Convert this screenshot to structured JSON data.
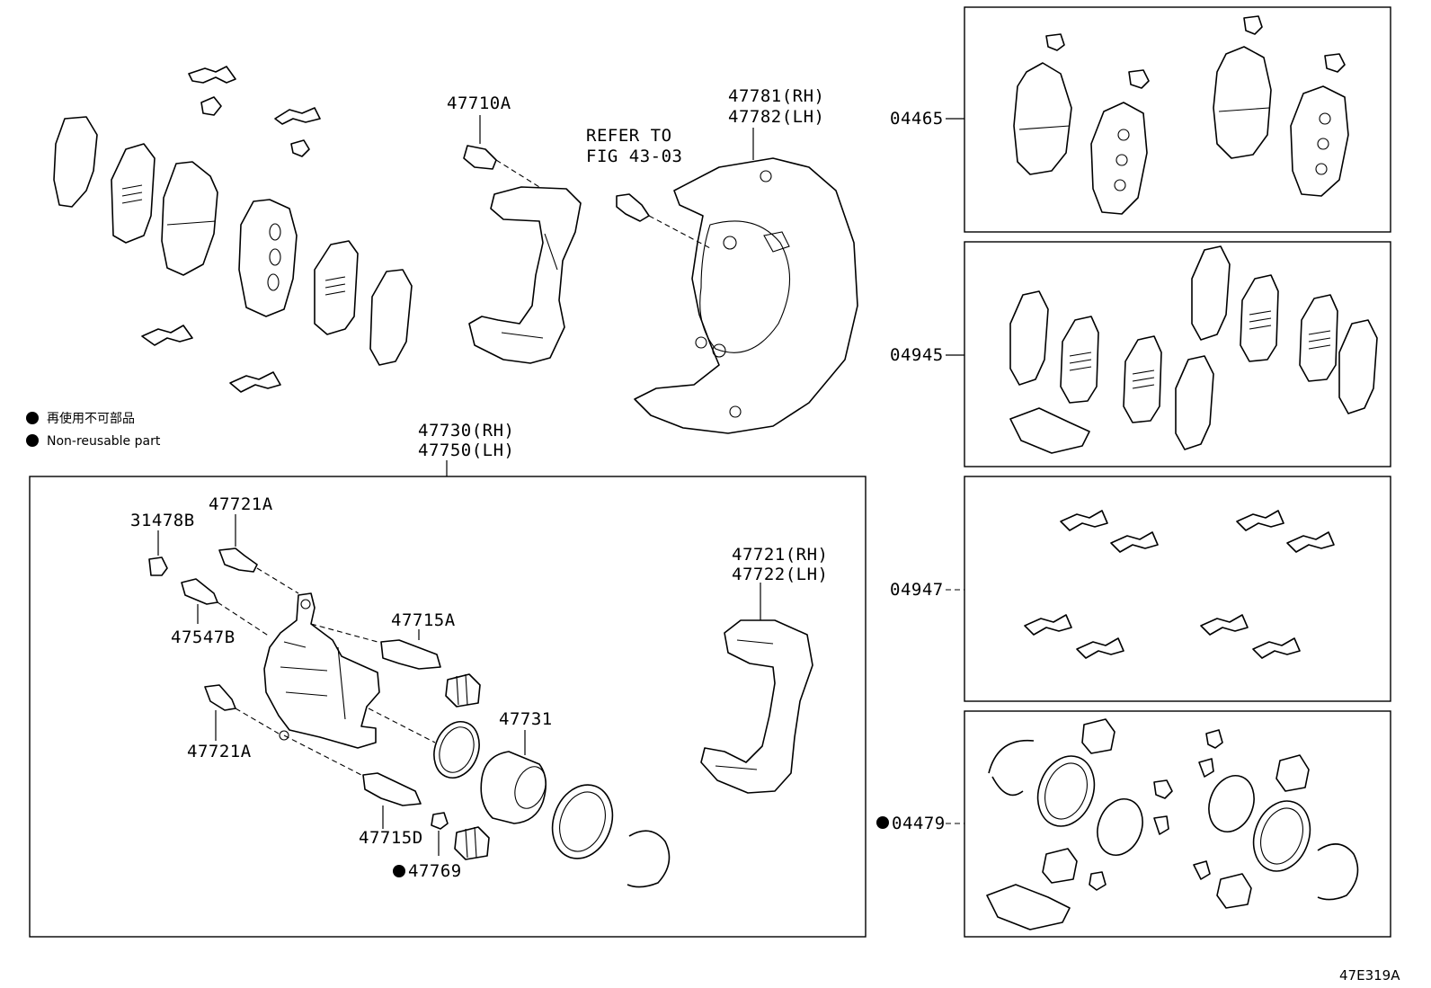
{
  "legend": {
    "japanese": "再使用不可部品",
    "english": "Non-reusable part"
  },
  "labels": {
    "p47710a": "47710A",
    "refer_line1": "REFER TO",
    "refer_line2": "FIG 43-03",
    "p47781": "47781(RH)",
    "p47782": "47782(LH)",
    "p47730": "47730(RH)",
    "p47750": "47750(LH)",
    "p31478b": "31478B",
    "p47721a_top": "47721A",
    "p47547b": "47547B",
    "p47715a": "47715A",
    "p47721a_bottom": "47721A",
    "p47731": "47731",
    "p47715d": "47715D",
    "p47769": "47769",
    "p47721rh": "47721(RH)",
    "p47722lh": "47722(LH)",
    "kit_04465": "04465",
    "kit_04945": "04945",
    "kit_04947": "04947",
    "kit_04479": "04479"
  },
  "figure_code": "47E319A"
}
